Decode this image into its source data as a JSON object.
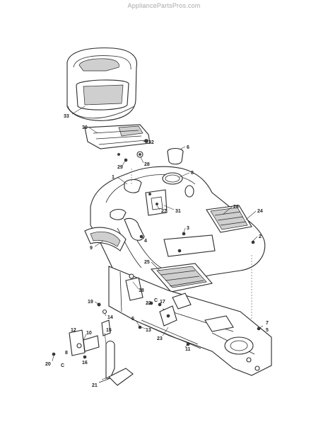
{
  "watermark": "AppliancePartsPros.com",
  "callouts": [
    {
      "id": "c33",
      "text": "33"
    },
    {
      "id": "c30",
      "text": "30"
    },
    {
      "id": "c32",
      "text": "32"
    },
    {
      "id": "c6",
      "text": "6"
    },
    {
      "id": "c28",
      "text": "28"
    },
    {
      "id": "c29",
      "text": "29"
    },
    {
      "id": "c8",
      "text": "8"
    },
    {
      "id": "c1",
      "text": "1"
    },
    {
      "id": "c27",
      "text": "27"
    },
    {
      "id": "c31",
      "text": "31"
    },
    {
      "id": "c26",
      "text": "26"
    },
    {
      "id": "c24",
      "text": "24"
    },
    {
      "id": "c3",
      "text": "3"
    },
    {
      "id": "c2",
      "text": "2"
    },
    {
      "id": "c4",
      "text": "4"
    },
    {
      "id": "c9",
      "text": "9"
    },
    {
      "id": "c25",
      "text": "25"
    },
    {
      "id": "c18",
      "text": "18"
    },
    {
      "id": "c19",
      "text": "19"
    },
    {
      "id": "c14",
      "text": "14"
    },
    {
      "id": "c22",
      "text": "22"
    },
    {
      "id": "cC1",
      "text": "C"
    },
    {
      "id": "c17",
      "text": "17"
    },
    {
      "id": "c5a",
      "text": "5"
    },
    {
      "id": "c13",
      "text": "13"
    },
    {
      "id": "c23",
      "text": "23"
    },
    {
      "id": "c11",
      "text": "11"
    },
    {
      "id": "c10",
      "text": "10"
    },
    {
      "id": "c12",
      "text": "12"
    },
    {
      "id": "c7",
      "text": "7"
    },
    {
      "id": "c5b",
      "text": "5"
    },
    {
      "id": "c8b",
      "text": "8"
    },
    {
      "id": "c16",
      "text": "16"
    },
    {
      "id": "c15",
      "text": "15"
    },
    {
      "id": "c20",
      "text": "20"
    },
    {
      "id": "cC2",
      "text": "C"
    },
    {
      "id": "c21",
      "text": "21"
    }
  ]
}
